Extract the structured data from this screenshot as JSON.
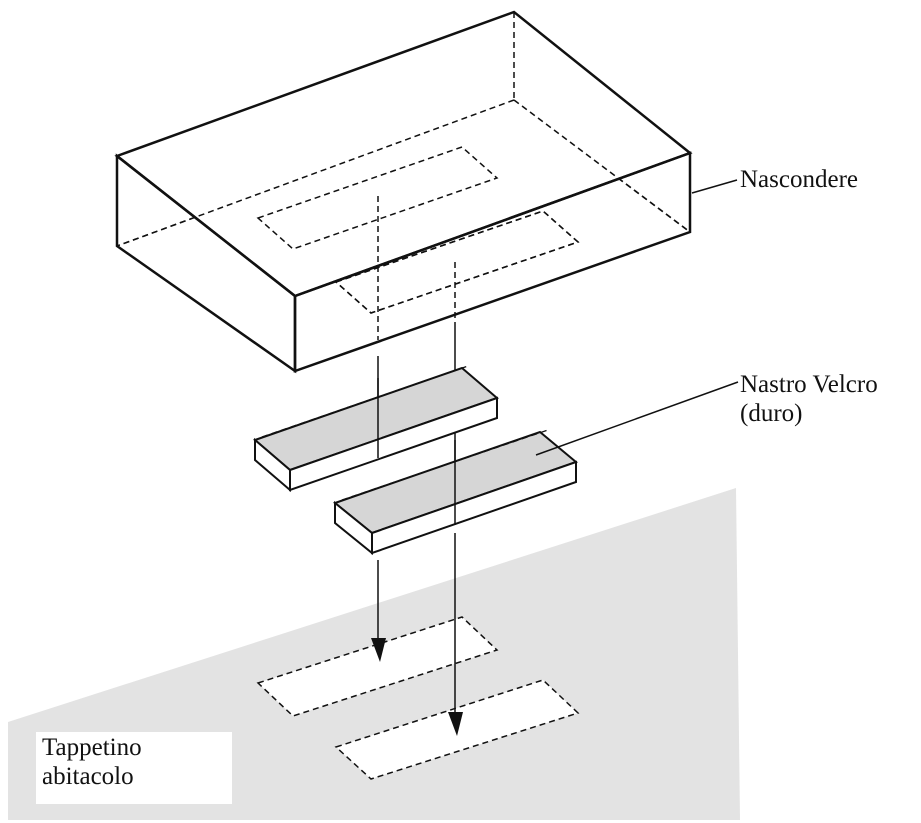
{
  "labels": {
    "hide": "Nascondere",
    "velcro_line1": "Nastro Velcro",
    "velcro_line2": "(duro)",
    "mat_line1": "Tappetino",
    "mat_line2": "abitacolo"
  },
  "colors": {
    "line": "#111111",
    "floor": "#e3e3e3",
    "strip_top": "#d6d6d6",
    "background": "#ffffff"
  }
}
